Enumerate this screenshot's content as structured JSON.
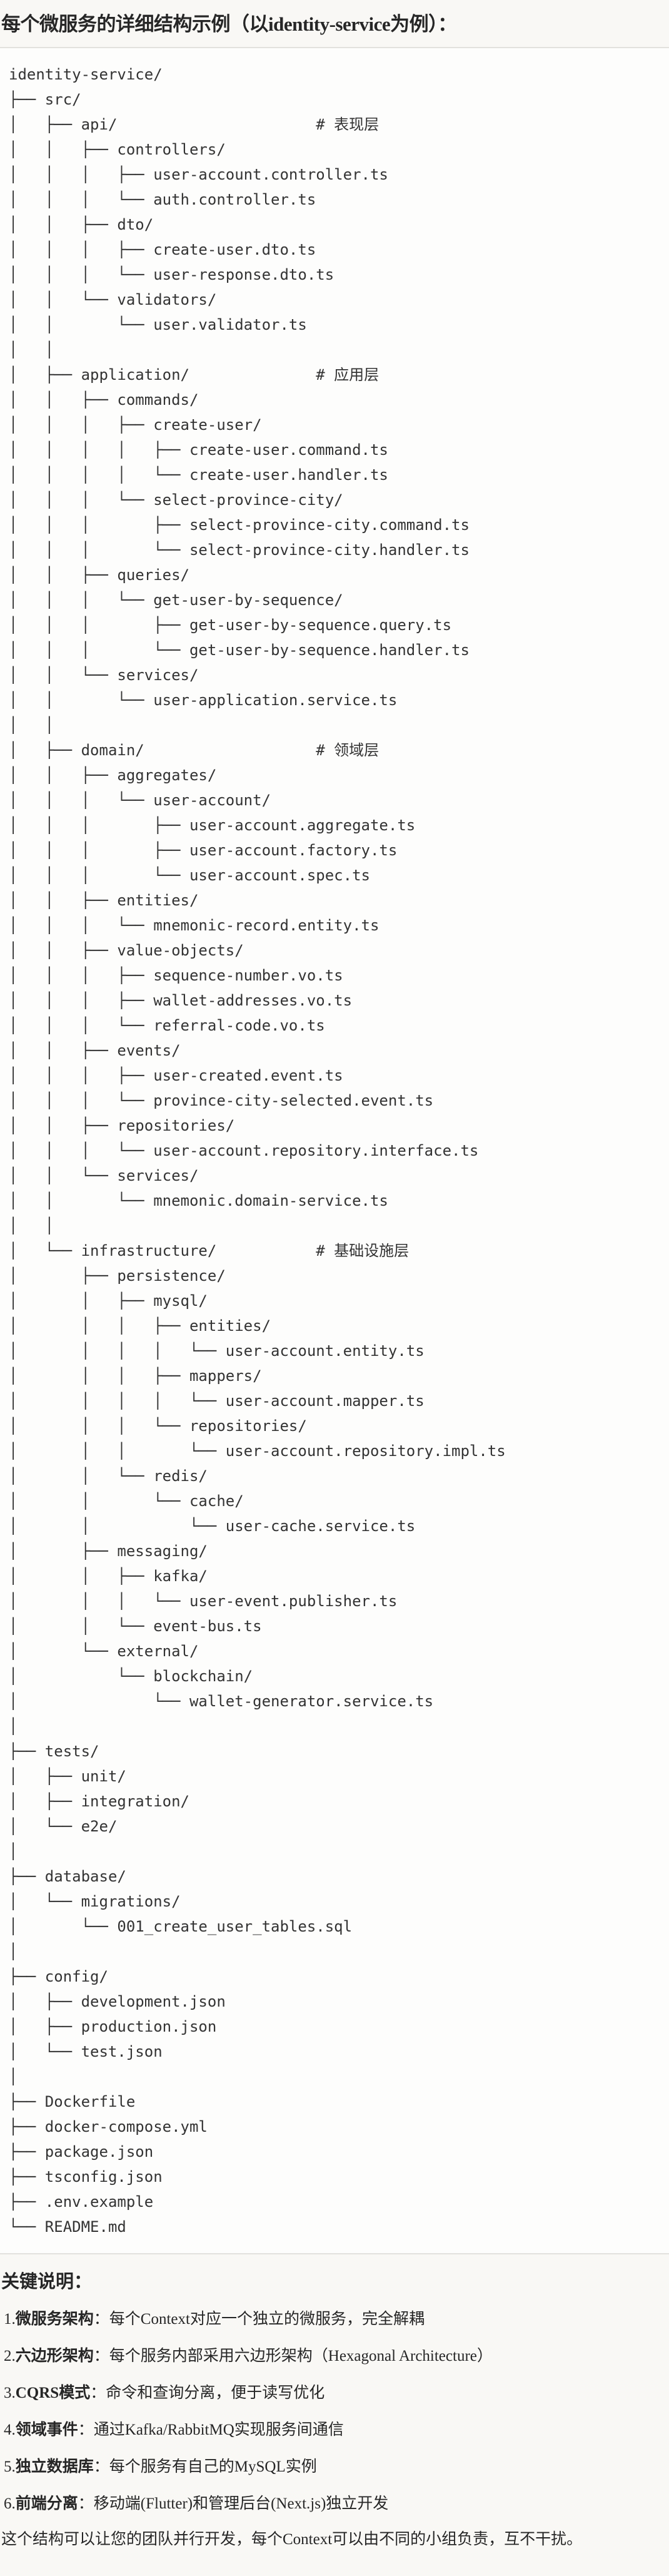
{
  "title": "每个微服务的详细结构示例（以identity-service为例）：",
  "tree_lines": [
    "identity-service/",
    "├── src/",
    "│   ├── api/                      # 表现层",
    "│   │   ├── controllers/",
    "│   │   │   ├── user-account.controller.ts",
    "│   │   │   └── auth.controller.ts",
    "│   │   ├── dto/",
    "│   │   │   ├── create-user.dto.ts",
    "│   │   │   └── user-response.dto.ts",
    "│   │   └── validators/",
    "│   │       └── user.validator.ts",
    "│   │",
    "│   ├── application/              # 应用层",
    "│   │   ├── commands/",
    "│   │   │   ├── create-user/",
    "│   │   │   │   ├── create-user.command.ts",
    "│   │   │   │   └── create-user.handler.ts",
    "│   │   │   └── select-province-city/",
    "│   │   │       ├── select-province-city.command.ts",
    "│   │   │       └── select-province-city.handler.ts",
    "│   │   ├── queries/",
    "│   │   │   └── get-user-by-sequence/",
    "│   │   │       ├── get-user-by-sequence.query.ts",
    "│   │   │       └── get-user-by-sequence.handler.ts",
    "│   │   └── services/",
    "│   │       └── user-application.service.ts",
    "│   │",
    "│   ├── domain/                   # 领域层",
    "│   │   ├── aggregates/",
    "│   │   │   └── user-account/",
    "│   │   │       ├── user-account.aggregate.ts",
    "│   │   │       ├── user-account.factory.ts",
    "│   │   │       └── user-account.spec.ts",
    "│   │   ├── entities/",
    "│   │   │   └── mnemonic-record.entity.ts",
    "│   │   ├── value-objects/",
    "│   │   │   ├── sequence-number.vo.ts",
    "│   │   │   ├── wallet-addresses.vo.ts",
    "│   │   │   └── referral-code.vo.ts",
    "│   │   ├── events/",
    "│   │   │   ├── user-created.event.ts",
    "│   │   │   └── province-city-selected.event.ts",
    "│   │   ├── repositories/",
    "│   │   │   └── user-account.repository.interface.ts",
    "│   │   └── services/",
    "│   │       └── mnemonic.domain-service.ts",
    "│   │",
    "│   └── infrastructure/           # 基础设施层",
    "│       ├── persistence/",
    "│       │   ├── mysql/",
    "│       │   │   ├── entities/",
    "│       │   │   │   └── user-account.entity.ts",
    "│       │   │   ├── mappers/",
    "│       │   │   │   └── user-account.mapper.ts",
    "│       │   │   └── repositories/",
    "│       │   │       └── user-account.repository.impl.ts",
    "│       │   └── redis/",
    "│       │       └── cache/",
    "│       │           └── user-cache.service.ts",
    "│       ├── messaging/",
    "│       │   ├── kafka/",
    "│       │   │   └── user-event.publisher.ts",
    "│       │   └── event-bus.ts",
    "│       └── external/",
    "│           └── blockchain/",
    "│               └── wallet-generator.service.ts",
    "│",
    "├── tests/",
    "│   ├── unit/",
    "│   ├── integration/",
    "│   └── e2e/",
    "│",
    "├── database/",
    "│   └── migrations/",
    "│       └── 001_create_user_tables.sql",
    "│",
    "├── config/",
    "│   ├── development.json",
    "│   ├── production.json",
    "│   └── test.json",
    "│",
    "├── Dockerfile",
    "├── docker-compose.yml",
    "├── package.json",
    "├── tsconfig.json",
    "├── .env.example",
    "└── README.md"
  ],
  "notes": {
    "heading": "关键说明：",
    "items": [
      {
        "num": "1.",
        "term": "微服务架构",
        "sep": "：",
        "text": "每个Context对应一个独立的微服务，完全解耦"
      },
      {
        "num": "2.",
        "term": "六边形架构",
        "sep": "：",
        "text": "每个服务内部采用六边形架构（Hexagonal Architecture）"
      },
      {
        "num": "3.",
        "term": "CQRS模式",
        "sep": "：",
        "text": "命令和查询分离，便于读写优化"
      },
      {
        "num": "4.",
        "term": "领域事件",
        "sep": "：",
        "text": "通过Kafka/RabbitMQ实现服务间通信"
      },
      {
        "num": "5.",
        "term": "独立数据库",
        "sep": "：",
        "text": "每个服务有自己的MySQL实例"
      },
      {
        "num": "6.",
        "term": "前端分离",
        "sep": "：",
        "text": "移动端(Flutter)和管理后台(Next.js)独立开发"
      }
    ],
    "summary": "这个结构可以让您的团队并行开发，每个Context可以由不同的小组负责，互不干扰。"
  }
}
